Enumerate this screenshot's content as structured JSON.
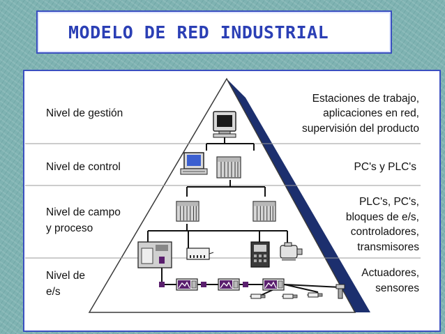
{
  "title": "MODELO DE RED INDUSTRIAL",
  "levels": [
    {
      "name": "Nivel de gestión",
      "description": [
        "Estaciones de trabajo,",
        "aplicaciones en red,",
        "supervisión del producto"
      ]
    },
    {
      "name": "Nivel de control",
      "description": [
        "PC's y PLC's"
      ]
    },
    {
      "name": "Nivel de campo y proceso",
      "name_lines": [
        "Nivel de campo",
        "y proceso"
      ],
      "description": [
        "PLC's, PC's,",
        "bloques de e/s,",
        "controladores,",
        "transmisores"
      ]
    },
    {
      "name": "Nivel de e/s",
      "name_lines": [
        "Nivel de",
        "e/s"
      ],
      "description": [
        "Actuadores,",
        "sensores"
      ]
    }
  ],
  "devices": [
    {
      "level": "gestion",
      "icon": "workstation-monitor-icon"
    },
    {
      "level": "control",
      "icon": "pc-icon"
    },
    {
      "level": "control",
      "icon": "plc-rack-icon"
    },
    {
      "level": "campo",
      "icon": "plc-rack-icon"
    },
    {
      "level": "campo",
      "icon": "plc-rack-icon"
    },
    {
      "level": "campo",
      "icon": "controller-cabinet-icon"
    },
    {
      "level": "campo",
      "icon": "io-block-icon"
    },
    {
      "level": "campo",
      "icon": "panel-controller-icon"
    },
    {
      "level": "campo",
      "icon": "motor-icon"
    },
    {
      "level": "es",
      "icon": "actuator-module-icon"
    },
    {
      "level": "es",
      "icon": "sensor-icon"
    }
  ],
  "colors": {
    "title_text": "#2b3fb5",
    "panel_border": "#3a4fc0",
    "pyramid_shadow": "#1c2f6e",
    "background": "#7fb3b2"
  }
}
